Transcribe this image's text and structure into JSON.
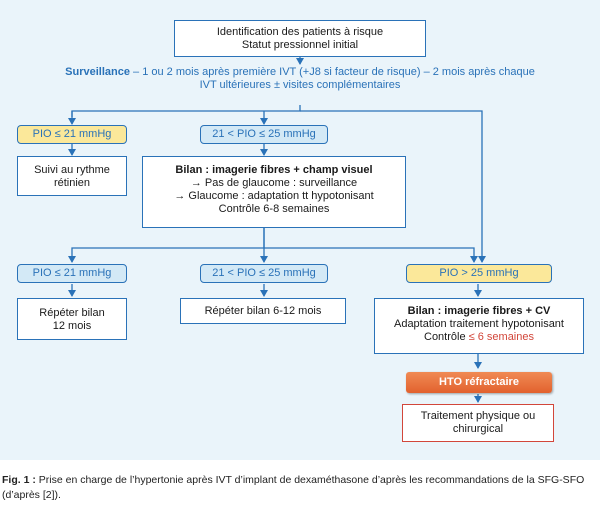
{
  "top_box": {
    "line1": "Identification des patients à risque",
    "line2": "Statut pressionnel initial"
  },
  "surveillance": {
    "title": "Surveillance",
    "line1": "– 1 ou 2 mois après première IVT (+J8 si facteur de risque)",
    "line2": "– 2 mois après chaque IVT ultérieures ± visites complémentaires"
  },
  "row1": {
    "pio_low": "PIO ≤ 21 mmHg",
    "pio_mid": "21 < PIO ≤ 25 mmHg"
  },
  "suivi_box": {
    "line1": "Suivi au rythme",
    "line2": "rétinien"
  },
  "bilan_box": {
    "line1": "Bilan : imagerie fibres + champ visuel",
    "line2": "→ Pas de glaucome : surveillance",
    "line3": "→ Glaucome : adaptation tt hypotonisant",
    "line4": "Contrôle 6-8 semaines"
  },
  "row2": {
    "pio_low": "PIO ≤ 21 mmHg",
    "pio_mid": "21 < PIO ≤ 25 mmHg",
    "pio_high": "PIO > 25 mmHg"
  },
  "repeter12": {
    "line1": "Répéter bilan",
    "line2": "12 mois"
  },
  "repeter6_12": {
    "line1": "Répéter bilan 6-12 mois"
  },
  "bilan_cv": {
    "line1": "Bilan : imagerie fibres + CV",
    "line2": "Adaptation traitement hypotonisant",
    "line3_prefix": "Contrôle ",
    "line3_highlight": "≤ 6 semaines"
  },
  "hto": {
    "label": "HTO réfractaire"
  },
  "traitement": {
    "line1": "Traitement physique ou",
    "line2": "chirurgical"
  },
  "caption": {
    "label": "Fig. 1 :",
    "text": " Prise en charge de l’hypertonie après IVT d’implant de dexaméthasone d’après les recommandations de la SFG-SFO (d’après [2])."
  },
  "colors": {
    "arrow": "#2a72b8",
    "background": "#eaf4fa",
    "yellow_pill": "#fbe89a",
    "blue_pill": "#d3e9f6",
    "orange": "#e86a38",
    "red": "#d2463a"
  }
}
